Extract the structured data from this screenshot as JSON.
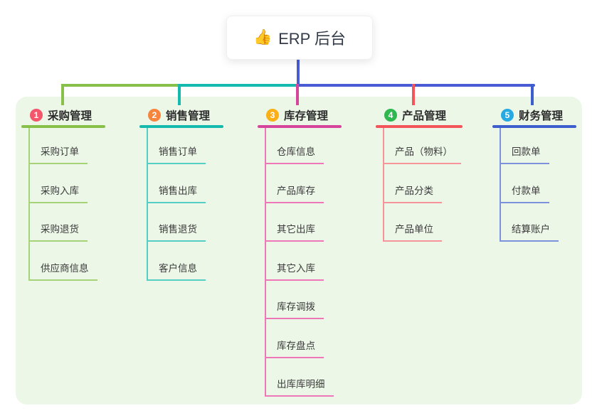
{
  "root": {
    "icon": "👍",
    "label": "ERP 后台"
  },
  "panel_bg": "#ecf7e8",
  "lines": {
    "root_v": "#4a5cd4",
    "h_green": "#88c14a",
    "h_teal": "#16b9ad",
    "h_blue": "#4a5cd4",
    "drop_1": "#88c14a",
    "drop_2": "#16b9ad",
    "drop_3": "#d6459c",
    "drop_4": "#f4555b",
    "drop_5": "#3d5ecd"
  },
  "branches": [
    {
      "badge": "1",
      "label": "采购管理",
      "colors": {
        "badge": "#f4566b",
        "main": "#88c14a",
        "child": "#a6d377"
      },
      "children": [
        "采购订单",
        "采购入库",
        "采购退货",
        "供应商信息"
      ]
    },
    {
      "badge": "2",
      "label": "销售管理",
      "colors": {
        "badge": "#f8853e",
        "main": "#16b9ad",
        "child": "#55cfc4"
      },
      "children": [
        "销售订单",
        "销售出库",
        "销售退货",
        "客户信息"
      ]
    },
    {
      "badge": "3",
      "label": "库存管理",
      "colors": {
        "badge": "#fbb017",
        "main": "#d6459c",
        "child": "#ee77b8"
      },
      "children": [
        "仓库信息",
        "产品库存",
        "其它出库",
        "其它入库",
        "库存调拨",
        "库存盘点",
        "出库库明细"
      ]
    },
    {
      "badge": "4",
      "label": "产品管理",
      "colors": {
        "badge": "#30b850",
        "main": "#f4555b",
        "child": "#f59599"
      },
      "children": [
        "产品（物料）",
        "产品分类",
        "产品单位"
      ]
    },
    {
      "badge": "5",
      "label": "财务管理",
      "colors": {
        "badge": "#27aae1",
        "main": "#3d5ecd",
        "child": "#7d92dd"
      },
      "children": [
        "回款单",
        "付款单",
        "结算账户"
      ]
    }
  ]
}
